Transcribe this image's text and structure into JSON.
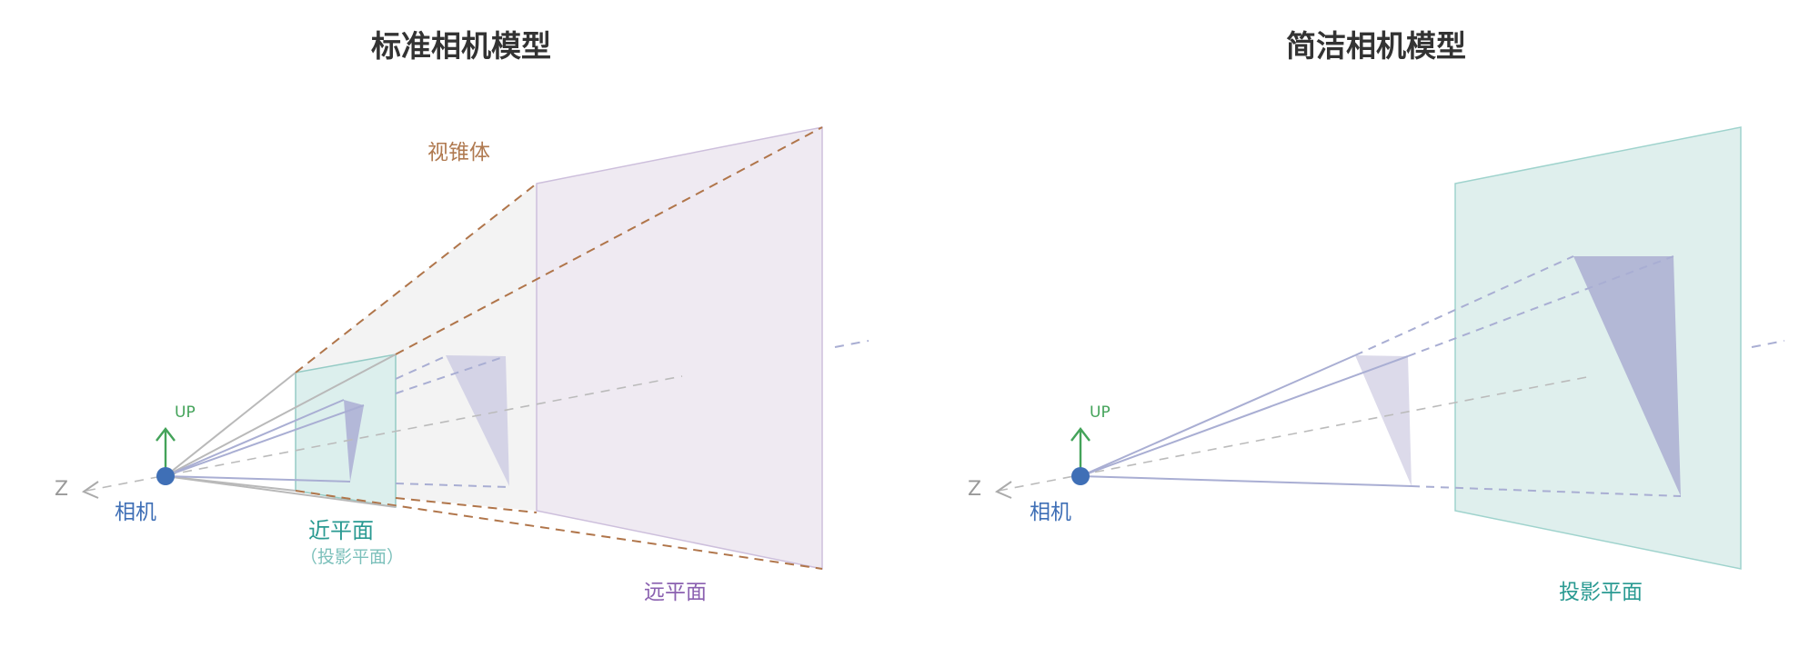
{
  "left_panel": {
    "title": "标准相机模型",
    "frustum_label": "视锥体",
    "up_label": "UP",
    "z_label": "Z",
    "camera_label": "相机",
    "near_label": "近平面",
    "near_sub_label": "（投影平面）",
    "far_label": "远平面"
  },
  "right_panel": {
    "title": "简洁相机模型",
    "up_label": "UP",
    "z_label": "Z",
    "camera_label": "相机",
    "projection_label": "投影平面"
  },
  "colors": {
    "frustum_edge": "#b0754a",
    "near_plane_fill": "#dbeeed",
    "near_plane_edge": "#8cc7c1",
    "far_plane_fill": "#ebe6ef",
    "far_plane_edge": "#c9b7d9",
    "frustum_fill": "#f2f2f2",
    "triangle_fill": "#b8bcd9",
    "ray": "#a9aed3",
    "camera": "#3f6fb6",
    "up_arrow": "#44a35a",
    "axis": "#aaaaaa",
    "label_blue": "#3f6fb6",
    "label_green": "#2f9a5a",
    "label_teal": "#2a9a92",
    "label_teal_light": "#7cc0bb",
    "label_purple": "#8a60b0",
    "label_orange": "#b07a50"
  }
}
